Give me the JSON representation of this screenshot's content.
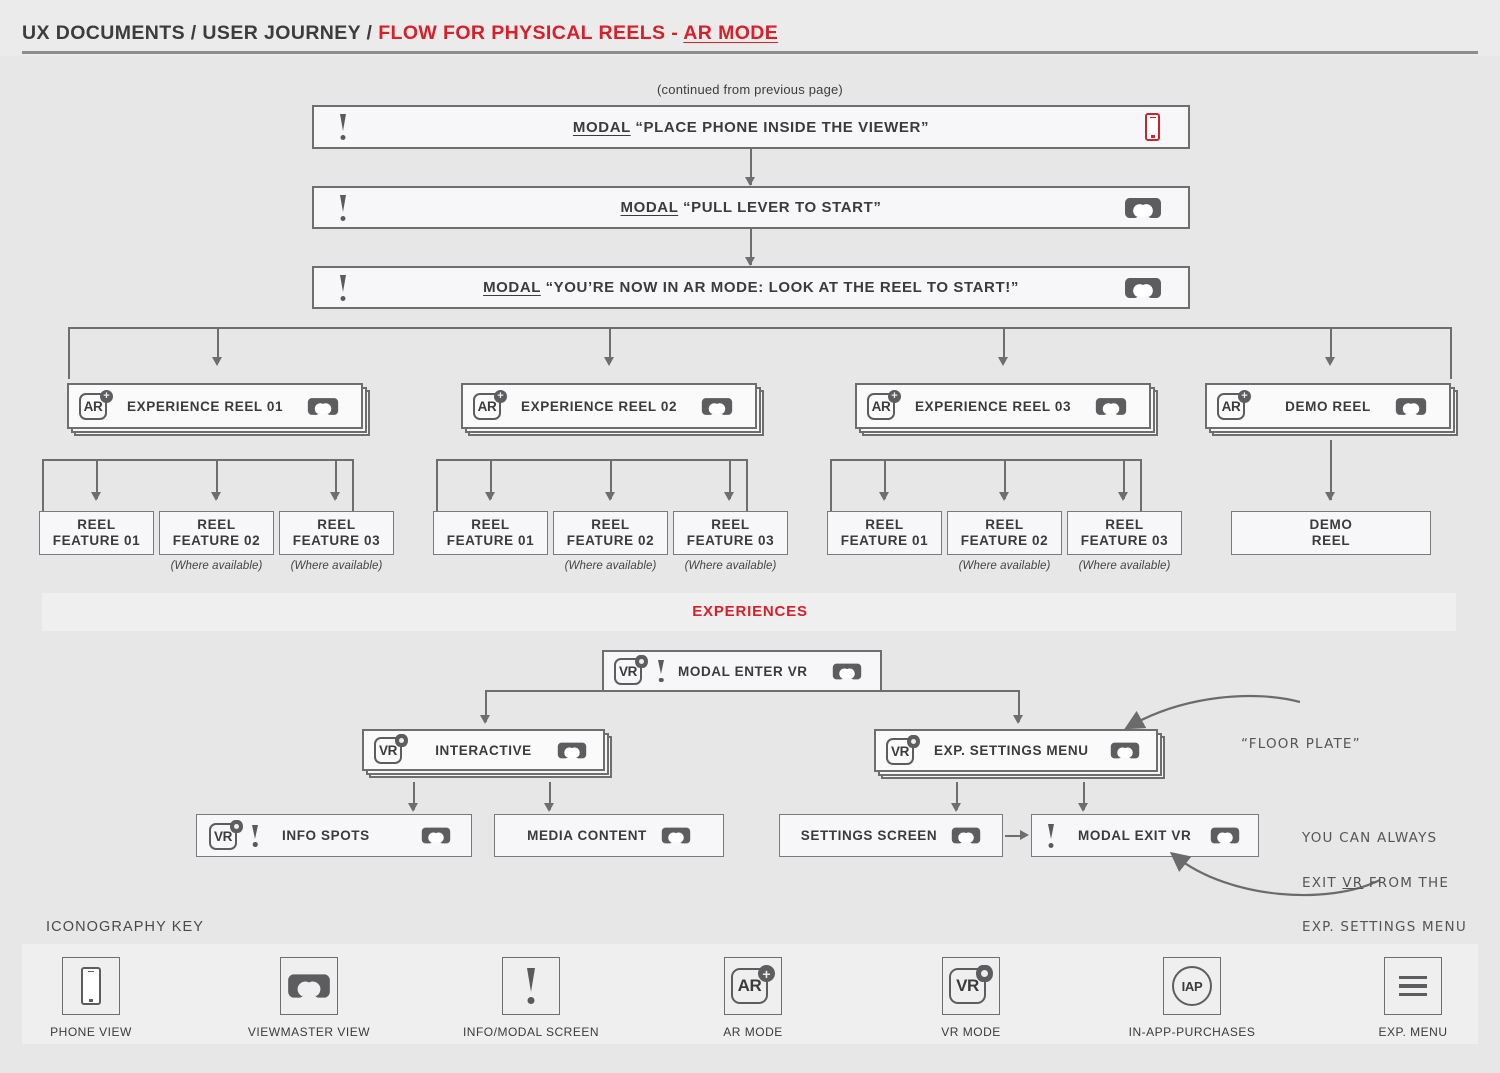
{
  "header": {
    "breadcrumb_plain": "UX DOCUMENTS / USER JOURNEY / ",
    "breadcrumb_red": "FLOW FOR PHYSICAL REELS - ",
    "breadcrumb_red_underlined": "AR MODE"
  },
  "colors": {
    "accent_red": "#d6202a",
    "line_grey": "#6e6e6e",
    "box_fill": "#f7f7f9",
    "page_bg": "#e7e7e7",
    "band_bg": "#efefef"
  },
  "continued_note": "(continued from previous page)",
  "modals": [
    {
      "prefix": "MODAL",
      "text": " “PLACE PHONE INSIDE THE VIEWER”",
      "left_icon": "info-modal-icon",
      "right_icon": "phone-view-icon-red"
    },
    {
      "prefix": "MODAL",
      "text": " “PULL LEVER TO START”",
      "left_icon": "info-modal-icon",
      "right_icon": "viewmaster-view-icon"
    },
    {
      "prefix": "MODAL",
      "text": " “YOU’RE NOW IN AR MODE: LOOK AT THE REEL TO START!”",
      "left_icon": "info-modal-icon",
      "right_icon": "viewmaster-view-icon"
    }
  ],
  "reels": [
    {
      "title": "EXPERIENCE REEL 01",
      "mode": "AR",
      "features": [
        {
          "line1": "REEL",
          "line2": "FEATURE 01",
          "caption": ""
        },
        {
          "line1": "REEL",
          "line2": "FEATURE 02",
          "caption": "(Where available)"
        },
        {
          "line1": "REEL",
          "line2": "FEATURE 03",
          "caption": "(Where available)"
        }
      ]
    },
    {
      "title": "EXPERIENCE REEL 02",
      "mode": "AR",
      "features": [
        {
          "line1": "REEL",
          "line2": "FEATURE 01",
          "caption": ""
        },
        {
          "line1": "REEL",
          "line2": "FEATURE 02",
          "caption": "(Where available)"
        },
        {
          "line1": "REEL",
          "line2": "FEATURE 03",
          "caption": "(Where available)"
        }
      ]
    },
    {
      "title": "EXPERIENCE REEL 03",
      "mode": "AR",
      "features": [
        {
          "line1": "REEL",
          "line2": "FEATURE 01",
          "caption": ""
        },
        {
          "line1": "REEL",
          "line2": "FEATURE 02",
          "caption": "(Where available)"
        },
        {
          "line1": "REEL",
          "line2": "FEATURE 03",
          "caption": "(Where available)"
        }
      ]
    },
    {
      "title": "DEMO REEL",
      "mode": "AR",
      "features": [
        {
          "line1": "DEMO",
          "line2": "REEL",
          "caption": ""
        }
      ]
    }
  ],
  "experiences": {
    "band_label": "EXPERIENCES",
    "enter_vr": {
      "label": "MODAL ENTER VR",
      "mode": "VR",
      "has_info": true,
      "right_icon": "viewmaster-view-icon"
    },
    "interactive": {
      "label": "INTERACTIVE",
      "mode": "VR",
      "has_info": false,
      "right_icon": "viewmaster-view-icon"
    },
    "settings_menu": {
      "label": "EXP. SETTINGS MENU",
      "mode": "VR",
      "has_info": false,
      "right_icon": "viewmaster-view-icon"
    },
    "info_spots": {
      "label": "INFO SPOTS",
      "mode": "VR",
      "has_info": true,
      "right_icon": "viewmaster-view-icon"
    },
    "media_content": {
      "label": "MEDIA CONTENT",
      "mode": "",
      "has_info": false,
      "right_icon": "viewmaster-view-icon"
    },
    "settings_screen": {
      "label": "SETTINGS SCREEN",
      "mode": "",
      "has_info": false,
      "right_icon": "viewmaster-view-icon"
    },
    "exit_vr": {
      "label": "MODAL EXIT VR",
      "mode": "",
      "has_info": true,
      "right_icon": "viewmaster-view-icon"
    }
  },
  "annotations": {
    "floor_plate": "“FLOOR PLATE”",
    "exit_note_line1": "YOU CAN ALWAYS",
    "exit_note_line2_a": "EXIT ",
    "exit_note_line2_b": "VR",
    "exit_note_line2_c": " FROM THE",
    "exit_note_line3": "EXP. SETTINGS MENU"
  },
  "key": {
    "title": "ICONOGRAPHY KEY",
    "items": [
      {
        "icon": "phone-view-icon",
        "label": "PHONE VIEW"
      },
      {
        "icon": "viewmaster-view-icon",
        "label": "VIEWMASTER VIEW"
      },
      {
        "icon": "info-modal-icon",
        "label": "INFO/MODAL SCREEN"
      },
      {
        "icon": "ar-mode-icon",
        "label": "AR MODE",
        "glyph": "AR"
      },
      {
        "icon": "vr-mode-icon",
        "label": "VR MODE",
        "glyph": "VR"
      },
      {
        "icon": "in-app-purchases-icon",
        "label": "IN-APP-PURCHASES",
        "glyph": "IAP"
      },
      {
        "icon": "exp-menu-icon",
        "label": "EXP. MENU"
      }
    ]
  }
}
